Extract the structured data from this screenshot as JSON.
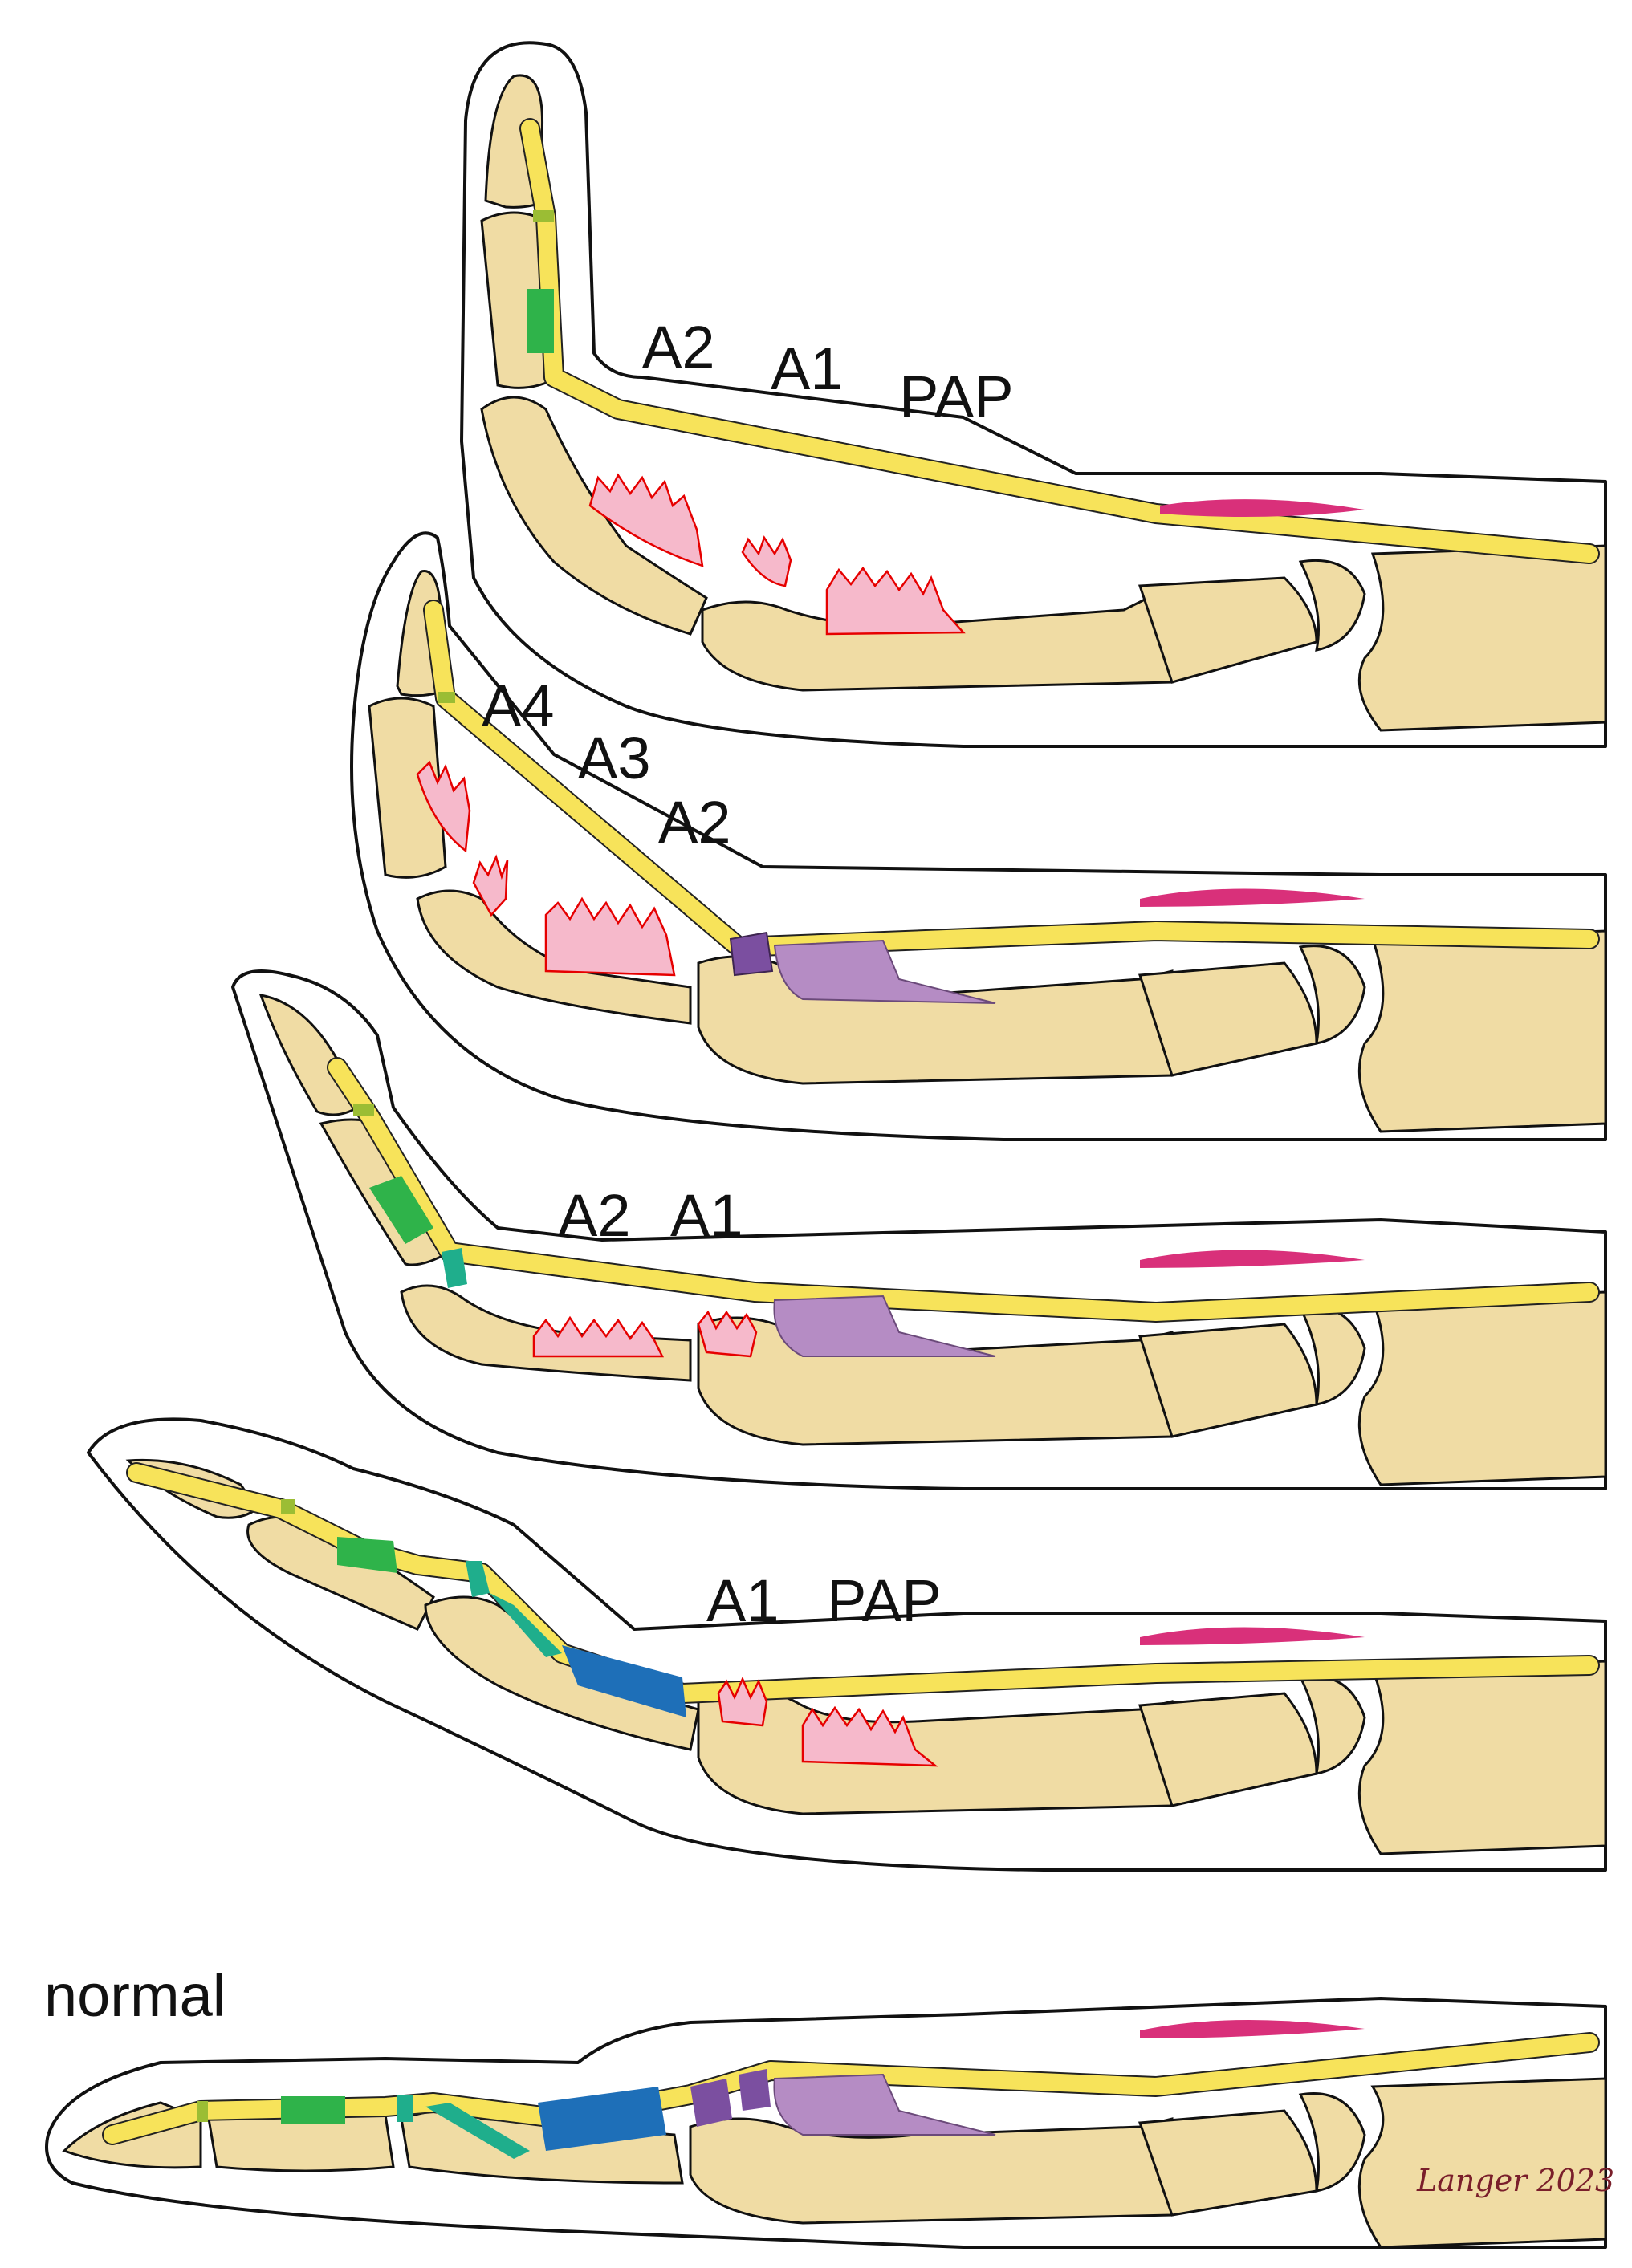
{
  "figure": {
    "panels": [
      {
        "id": "panel-1",
        "pulley_labels": [
          "A2",
          "A1",
          "PAP"
        ]
      },
      {
        "id": "panel-2",
        "pulley_labels": [
          "A4",
          "A3",
          "A2"
        ]
      },
      {
        "id": "panel-3",
        "pulley_labels": [
          "A2",
          "A1"
        ]
      },
      {
        "id": "panel-4",
        "pulley_labels": [
          "A1",
          "PAP"
        ]
      },
      {
        "id": "panel-5",
        "title": "normal"
      }
    ],
    "signature": "Langer 2023"
  },
  "colors": {
    "bone": "#f0dca4",
    "tendon": "#f7e35a",
    "muscle": "#d9307a",
    "pulley_green": "#2fb34a",
    "pulley_teal": "#1fae8c",
    "pulley_blue": "#1e6fb8",
    "pulley_purple": "#7b4fa0",
    "palmar_aponeurosis": "#b58cc4",
    "torn_fibers": "#f6b9cb",
    "torn_fiber_edge": "#e60000"
  }
}
